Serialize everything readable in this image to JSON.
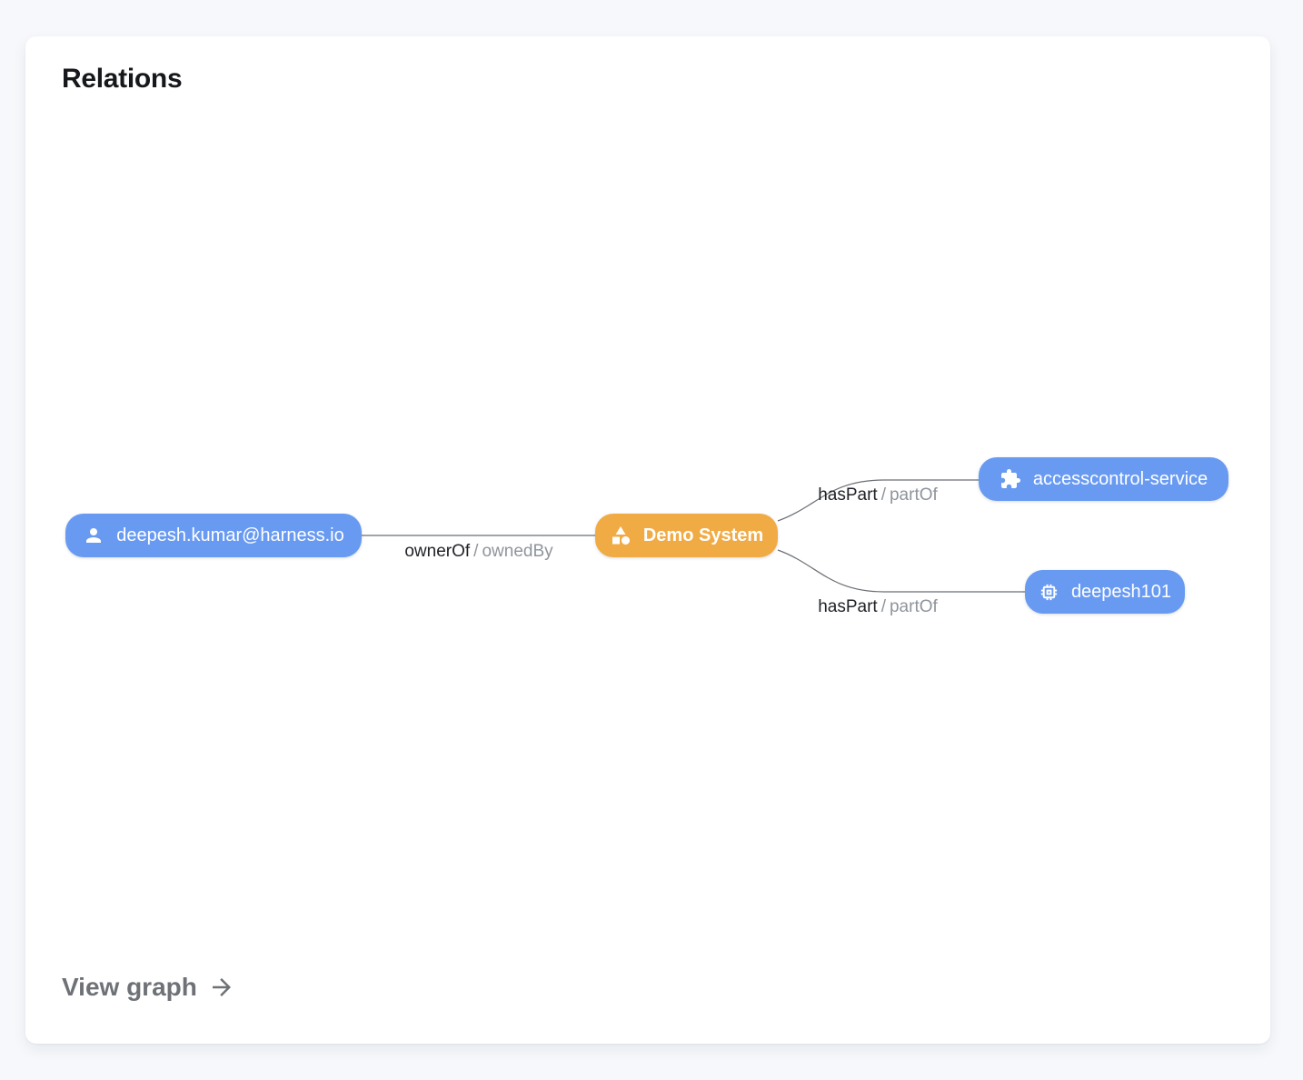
{
  "card": {
    "title": "Relations",
    "footer": {
      "view_graph_label": "View graph"
    }
  },
  "graph": {
    "nodes": [
      {
        "label": "deepesh.kumar@harness.io",
        "icon": "person-icon",
        "color": "#689af2"
      },
      {
        "label": "Demo System",
        "icon": "category-icon",
        "color": "#f0ab45"
      },
      {
        "label": "accesscontrol-service",
        "icon": "puzzle-icon",
        "color": "#689af2"
      },
      {
        "label": "deepesh101",
        "icon": "chip-icon",
        "color": "#689af2"
      }
    ],
    "edges": [
      {
        "from": "deepesh.kumar@harness.io",
        "to": "Demo System",
        "forward": "ownerOf",
        "separator": "/",
        "reverse": "ownedBy"
      },
      {
        "from": "Demo System",
        "to": "accesscontrol-service",
        "forward": "hasPart",
        "separator": "/",
        "reverse": "partOf"
      },
      {
        "from": "Demo System",
        "to": "deepesh101",
        "forward": "hasPart",
        "separator": "/",
        "reverse": "partOf"
      }
    ]
  },
  "colors": {
    "page_background": "#f6f8fb",
    "card_background": "#ffffff",
    "node_blue": "#689af2",
    "node_orange": "#f0ab45",
    "node_text": "#ffffff",
    "edge_line": "#6b6f74",
    "edge_label_primary": "#212328",
    "edge_label_secondary": "#8f949b",
    "title_text": "#17181c",
    "view_graph_text": "#6e7176"
  }
}
